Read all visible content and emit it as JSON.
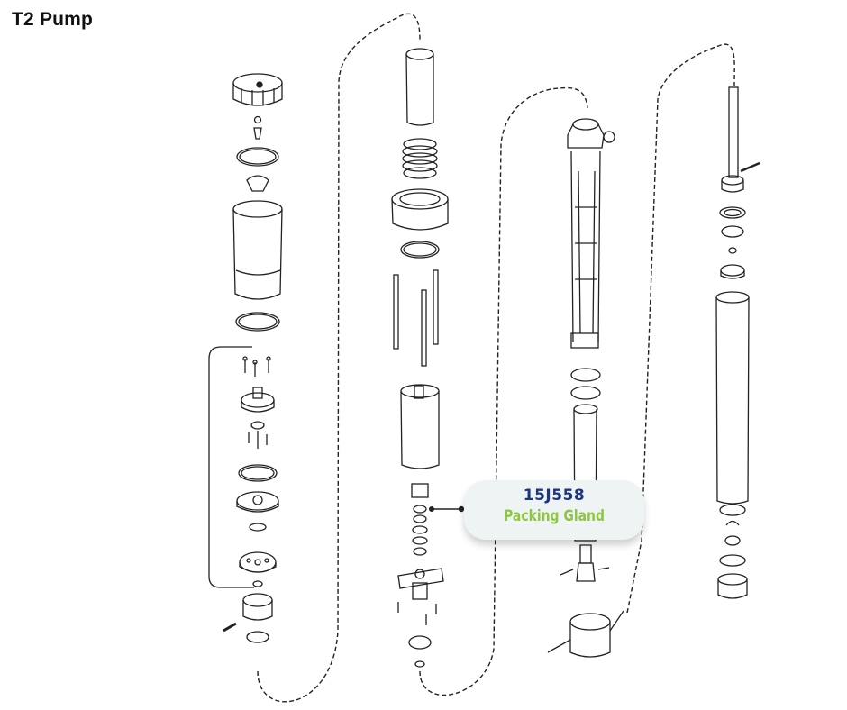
{
  "title": "T2 Pump",
  "callout": {
    "part_number": "15J558",
    "part_name": "Packing Gland"
  },
  "colors": {
    "part_number": "#1d3580",
    "part_name": "#8dc63f",
    "callout_bg": "#eef3f4",
    "line": "#222222"
  }
}
